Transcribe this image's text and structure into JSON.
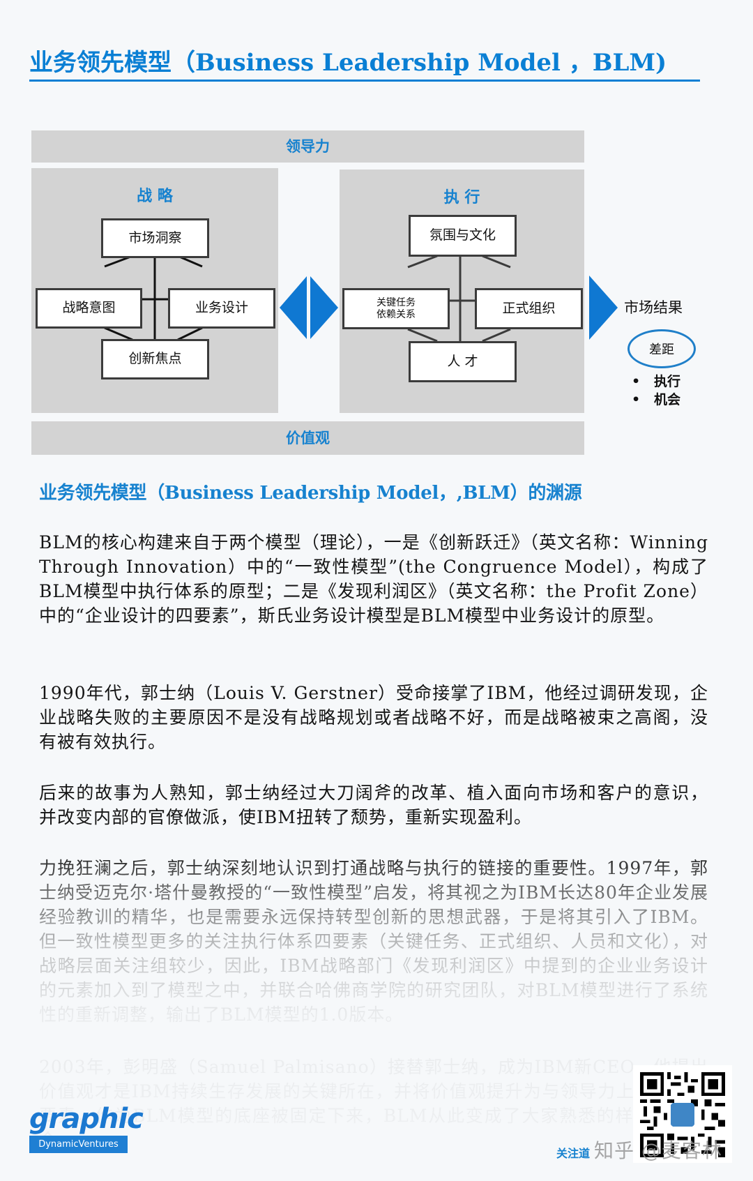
{
  "header": {
    "title": "业务领先模型（Business Leadership Model ，BLM)"
  },
  "diagram": {
    "top_band": "领导力",
    "bottom_band": "价值观",
    "strategy": {
      "title": "战 略",
      "boxes": {
        "top": "市场洞察",
        "left": "战略意图",
        "right": "业务设计",
        "bottom": "创新焦点"
      }
    },
    "execution": {
      "title": "执 行",
      "boxes": {
        "top": "氛围与文化",
        "left_line1": "关键任务",
        "left_line2": "依赖关系",
        "right": "正式组织",
        "bottom": "人 才"
      }
    },
    "result": {
      "label": "市场结果",
      "gap": "差距",
      "bullets": [
        "执行",
        "机会"
      ]
    },
    "colors": {
      "accent": "#1782cf",
      "panel": "#d3d3d3",
      "box_border": "#3b3b3b"
    }
  },
  "article": {
    "subtitle": "业务领先模型（Business Leadership Model，,BLM）的渊源",
    "paragraphs": [
      "BLM的核心构建来自于两个模型（理论），一是《创新跃迁》（英文名称：Winning Through Innovation）中的“一致性模型”(the Congruence Model），构成了BLM模型中执行体系的原型；二是《发现利润区》（英文名称：the Profit Zone）中的“企业设计的四要素”，斯氏业务设计模型是BLM模型中业务设计的原型。",
      "1990年代，郭士纳（Louis V. Gerstner）受命接掌了IBM，他经过调研发现，企业战略失败的主要原因不是没有战略规划或者战略不好，而是战略被束之高阁，没有被有效执行。",
      "后来的故事为人熟知，郭士纳经过大刀阔斧的改革、植入面向市场和客户的意识，并改变内部的官僚做派，使IBM扭转了颓势，重新实现盈利。",
      "力挽狂澜之后，郭士纳深刻地认识到打通战略与执行的链接的重要性。1997年，郭士纳受迈克尔·塔什曼教授的“一致性模型”启发，将其视之为IBM长达80年企业发展经验教训的精华，也是需要永远保持转型创新的思想武器，于是将其引入了IBM。但一致性模型更多的关注执行体系四要素（关键任务、正式组织、人员和文化），对战略层面关注组较少，因此，IBM战略部门《发现利润区》中提到的企业业务设计的元素加入到了模型之中，并联合哈佛商学院的研究团队，对BLM模型进行了系统性的重新调整，输出了BLM模型的1.0版本。",
      "2003年，彭明盛（Samuel Palmisano）接替郭士纳，成为IBM新CEO。他提出价值观才是IBM持续生存发展的关键所在，并将价值观提升为与领导力上下呼应的要素，作为BLM模型的底座被固定下来，BLM从此变成了大家熟悉的样子沿用至今。"
    ]
  },
  "footer": {
    "logo_script": "graphic",
    "logo_bar": "DynamicVentures",
    "follow_text": "关注道",
    "watermark": "知乎 @麦客林"
  }
}
